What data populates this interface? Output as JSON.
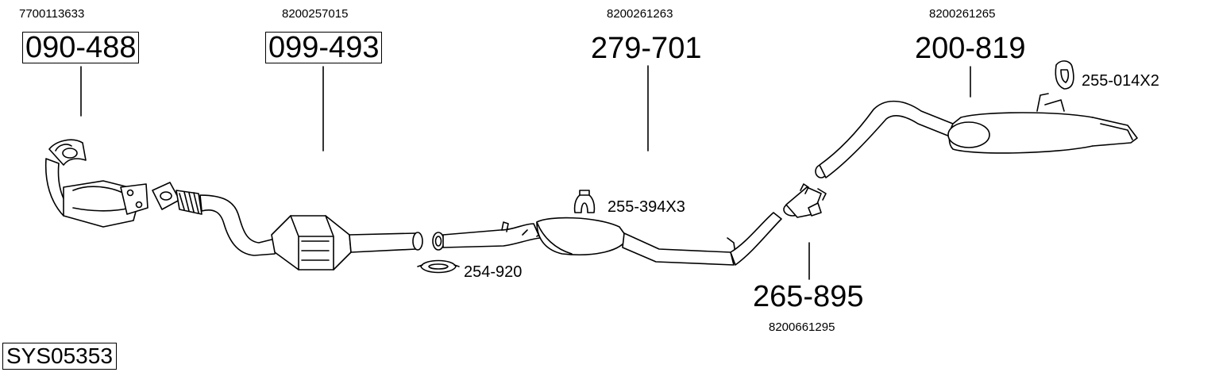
{
  "system_code": "SYS05353",
  "parts": [
    {
      "id": "p1",
      "number": "090-488",
      "oem": "7700113633",
      "boxed": true
    },
    {
      "id": "p2",
      "number": "099-493",
      "oem": "8200257015",
      "boxed": true
    },
    {
      "id": "p3",
      "number": "279-701",
      "oem": "8200261263",
      "boxed": false
    },
    {
      "id": "p4",
      "number": "200-819",
      "oem": "8200261265",
      "boxed": false
    },
    {
      "id": "p5",
      "number": "265-895",
      "oem": "8200661295",
      "boxed": false
    }
  ],
  "accessories": [
    {
      "id": "a1",
      "label": "255-014X2"
    },
    {
      "id": "a2",
      "label": "255-394X3"
    },
    {
      "id": "a3",
      "label": "254-920"
    }
  ]
}
